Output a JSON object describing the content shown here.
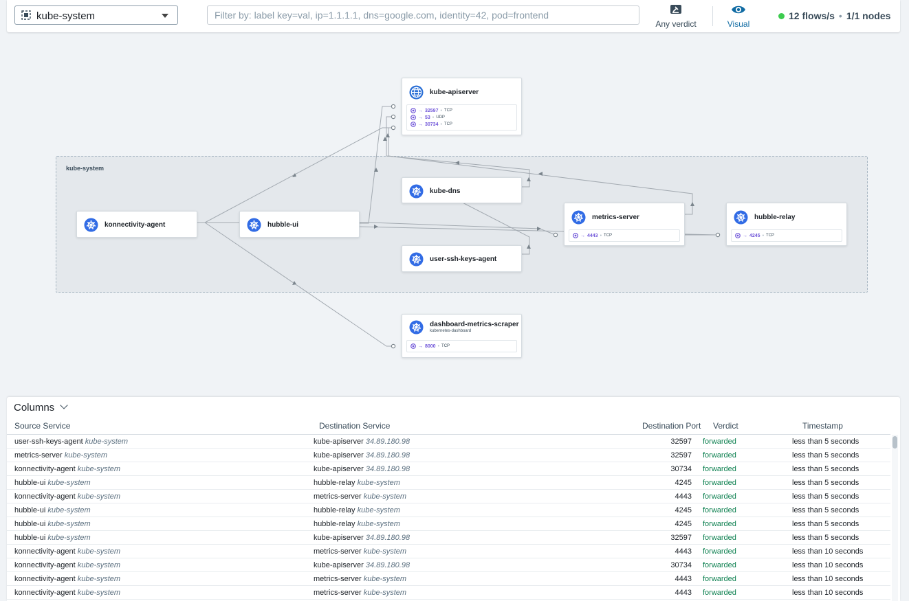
{
  "topbar": {
    "namespace": "kube-system",
    "filter_placeholder": "Filter by: label key=val, ip=1.1.1.1, dns=google.com, identity=42, pod=frontend",
    "verdict_label": "Any verdict",
    "visual_label": "Visual",
    "flows_rate": "12 flows/s",
    "nodes": "1/1 nodes",
    "status_color": "#3dcc4f",
    "accent_color": "#106ba3"
  },
  "map": {
    "namespace_box_label": "kube-system",
    "cards": {
      "kube_apiserver": {
        "title": "kube-apiserver",
        "icon": "globe-icon",
        "ports": [
          {
            "port": "32597",
            "proto": "TCP"
          },
          {
            "port": "53",
            "proto": "UDP"
          },
          {
            "port": "30734",
            "proto": "TCP"
          }
        ]
      },
      "kube_dns": {
        "title": "kube-dns",
        "icon": "kubernetes-icon"
      },
      "konnectivity_agent": {
        "title": "konnectivity-agent",
        "icon": "kubernetes-icon"
      },
      "hubble_ui": {
        "title": "hubble-ui",
        "icon": "kubernetes-icon"
      },
      "metrics_server": {
        "title": "metrics-server",
        "icon": "kubernetes-icon",
        "ports": [
          {
            "port": "4443",
            "proto": "TCP"
          }
        ]
      },
      "hubble_relay": {
        "title": "hubble-relay",
        "icon": "kubernetes-icon",
        "ports": [
          {
            "port": "4245",
            "proto": "TCP"
          }
        ]
      },
      "user_ssh_keys_agent": {
        "title": "user-ssh-keys-agent",
        "icon": "kubernetes-icon"
      },
      "dashboard_metrics_scraper": {
        "title": "dashboard-metrics-scraper",
        "subtitle": "kubernetes-dashboard",
        "icon": "kubernetes-icon",
        "ports": [
          {
            "port": "8000",
            "proto": "TCP"
          }
        ]
      }
    },
    "port_arrow": "→"
  },
  "table": {
    "columns_label": "Columns",
    "headers": {
      "source": "Source Service",
      "destination": "Destination Service",
      "port": "Destination Port",
      "verdict": "Verdict",
      "timestamp": "Timestamp"
    },
    "verdict_color": "#0d8050",
    "rows": [
      {
        "src": "user-ssh-keys-agent",
        "src_ns": "kube-system",
        "dst": "kube-apiserver",
        "dst_ns": "34.89.180.98",
        "port": "32597",
        "verdict": "forwarded",
        "time": "less than 5 seconds"
      },
      {
        "src": "metrics-server",
        "src_ns": "kube-system",
        "dst": "kube-apiserver",
        "dst_ns": "34.89.180.98",
        "port": "32597",
        "verdict": "forwarded",
        "time": "less than 5 seconds"
      },
      {
        "src": "konnectivity-agent",
        "src_ns": "kube-system",
        "dst": "kube-apiserver",
        "dst_ns": "34.89.180.98",
        "port": "30734",
        "verdict": "forwarded",
        "time": "less than 5 seconds"
      },
      {
        "src": "hubble-ui",
        "src_ns": "kube-system",
        "dst": "hubble-relay",
        "dst_ns": "kube-system",
        "port": "4245",
        "verdict": "forwarded",
        "time": "less than 5 seconds"
      },
      {
        "src": "konnectivity-agent",
        "src_ns": "kube-system",
        "dst": "metrics-server",
        "dst_ns": "kube-system",
        "port": "4443",
        "verdict": "forwarded",
        "time": "less than 5 seconds"
      },
      {
        "src": "hubble-ui",
        "src_ns": "kube-system",
        "dst": "hubble-relay",
        "dst_ns": "kube-system",
        "port": "4245",
        "verdict": "forwarded",
        "time": "less than 5 seconds"
      },
      {
        "src": "hubble-ui",
        "src_ns": "kube-system",
        "dst": "hubble-relay",
        "dst_ns": "kube-system",
        "port": "4245",
        "verdict": "forwarded",
        "time": "less than 5 seconds"
      },
      {
        "src": "hubble-ui",
        "src_ns": "kube-system",
        "dst": "kube-apiserver",
        "dst_ns": "34.89.180.98",
        "port": "32597",
        "verdict": "forwarded",
        "time": "less than 5 seconds"
      },
      {
        "src": "konnectivity-agent",
        "src_ns": "kube-system",
        "dst": "metrics-server",
        "dst_ns": "kube-system",
        "port": "4443",
        "verdict": "forwarded",
        "time": "less than 10 seconds"
      },
      {
        "src": "konnectivity-agent",
        "src_ns": "kube-system",
        "dst": "kube-apiserver",
        "dst_ns": "34.89.180.98",
        "port": "30734",
        "verdict": "forwarded",
        "time": "less than 10 seconds"
      },
      {
        "src": "konnectivity-agent",
        "src_ns": "kube-system",
        "dst": "metrics-server",
        "dst_ns": "kube-system",
        "port": "4443",
        "verdict": "forwarded",
        "time": "less than 10 seconds"
      },
      {
        "src": "konnectivity-agent",
        "src_ns": "kube-system",
        "dst": "metrics-server",
        "dst_ns": "kube-system",
        "port": "4443",
        "verdict": "forwarded",
        "time": "less than 10 seconds"
      }
    ]
  }
}
